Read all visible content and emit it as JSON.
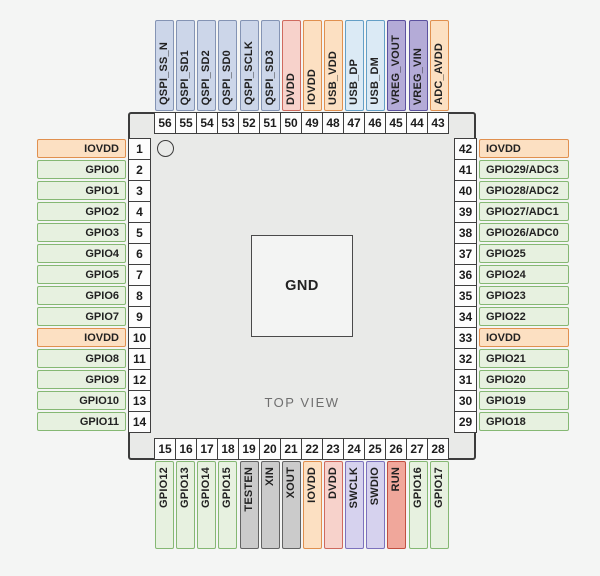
{
  "diagram": {
    "center_pad_label": "GND",
    "view_label": "TOP VIEW",
    "background": "#f4f5f4",
    "chip_fill": "#e9eae8",
    "chip_border": "#3c3c3c"
  },
  "pin_colors": {
    "gpio": {
      "fill": "#e7f1e0",
      "border": "#85b873"
    },
    "iovdd": {
      "fill": "#fce0c2",
      "border": "#e0904f"
    },
    "dvdd": {
      "fill": "#f7d2cb",
      "border": "#cf6a5e"
    },
    "usb": {
      "fill": "#dbeaf5",
      "border": "#649fc6"
    },
    "vreg": {
      "fill": "#b4abd7",
      "border": "#5c519f"
    },
    "qspi": {
      "fill": "#ccd6e9",
      "border": "#8494b4"
    },
    "xosc": {
      "fill": "#cbcbcb",
      "border": "#636363"
    },
    "swd": {
      "fill": "#d6d2ee",
      "border": "#7d72bd"
    },
    "run": {
      "fill": "#f0a79b",
      "border": "#c24f41"
    }
  },
  "sides": {
    "top": [
      {
        "n": "56",
        "label": "QSPI_SS_N",
        "type": "qspi"
      },
      {
        "n": "55",
        "label": "QSPI_SD1",
        "type": "qspi"
      },
      {
        "n": "54",
        "label": "QSPI_SD2",
        "type": "qspi"
      },
      {
        "n": "53",
        "label": "QSPI_SD0",
        "type": "qspi"
      },
      {
        "n": "52",
        "label": "QSPI_SCLK",
        "type": "qspi"
      },
      {
        "n": "51",
        "label": "QSPI_SD3",
        "type": "qspi"
      },
      {
        "n": "50",
        "label": "DVDD",
        "type": "dvdd"
      },
      {
        "n": "49",
        "label": "IOVDD",
        "type": "iovdd"
      },
      {
        "n": "48",
        "label": "USB_VDD",
        "type": "iovdd"
      },
      {
        "n": "47",
        "label": "USB_DP",
        "type": "usb"
      },
      {
        "n": "46",
        "label": "USB_DM",
        "type": "usb"
      },
      {
        "n": "45",
        "label": "VREG_VOUT",
        "type": "vreg"
      },
      {
        "n": "44",
        "label": "VREG_VIN",
        "type": "vreg"
      },
      {
        "n": "43",
        "label": "ADC_AVDD",
        "type": "iovdd"
      }
    ],
    "left": [
      {
        "n": "1",
        "label": "IOVDD",
        "type": "iovdd"
      },
      {
        "n": "2",
        "label": "GPIO0",
        "type": "gpio"
      },
      {
        "n": "3",
        "label": "GPIO1",
        "type": "gpio"
      },
      {
        "n": "4",
        "label": "GPIO2",
        "type": "gpio"
      },
      {
        "n": "5",
        "label": "GPIO3",
        "type": "gpio"
      },
      {
        "n": "6",
        "label": "GPIO4",
        "type": "gpio"
      },
      {
        "n": "7",
        "label": "GPIO5",
        "type": "gpio"
      },
      {
        "n": "8",
        "label": "GPIO6",
        "type": "gpio"
      },
      {
        "n": "9",
        "label": "GPIO7",
        "type": "gpio"
      },
      {
        "n": "10",
        "label": "IOVDD",
        "type": "iovdd"
      },
      {
        "n": "11",
        "label": "GPIO8",
        "type": "gpio"
      },
      {
        "n": "12",
        "label": "GPIO9",
        "type": "gpio"
      },
      {
        "n": "13",
        "label": "GPIO10",
        "type": "gpio"
      },
      {
        "n": "14",
        "label": "GPIO11",
        "type": "gpio"
      }
    ],
    "right": [
      {
        "n": "42",
        "label": "IOVDD",
        "type": "iovdd"
      },
      {
        "n": "41",
        "label": "GPIO29/ADC3",
        "type": "gpio"
      },
      {
        "n": "40",
        "label": "GPIO28/ADC2",
        "type": "gpio"
      },
      {
        "n": "39",
        "label": "GPIO27/ADC1",
        "type": "gpio"
      },
      {
        "n": "38",
        "label": "GPIO26/ADC0",
        "type": "gpio"
      },
      {
        "n": "37",
        "label": "GPIO25",
        "type": "gpio"
      },
      {
        "n": "36",
        "label": "GPIO24",
        "type": "gpio"
      },
      {
        "n": "35",
        "label": "GPIO23",
        "type": "gpio"
      },
      {
        "n": "34",
        "label": "GPIO22",
        "type": "gpio"
      },
      {
        "n": "33",
        "label": "IOVDD",
        "type": "iovdd"
      },
      {
        "n": "32",
        "label": "GPIO21",
        "type": "gpio"
      },
      {
        "n": "31",
        "label": "GPIO20",
        "type": "gpio"
      },
      {
        "n": "30",
        "label": "GPIO19",
        "type": "gpio"
      },
      {
        "n": "29",
        "label": "GPIO18",
        "type": "gpio"
      }
    ],
    "bottom": [
      {
        "n": "15",
        "label": "GPIO12",
        "type": "gpio"
      },
      {
        "n": "16",
        "label": "GPIO13",
        "type": "gpio"
      },
      {
        "n": "17",
        "label": "GPIO14",
        "type": "gpio"
      },
      {
        "n": "18",
        "label": "GPIO15",
        "type": "gpio"
      },
      {
        "n": "19",
        "label": "TESTEN",
        "type": "xosc"
      },
      {
        "n": "20",
        "label": "XIN",
        "type": "xosc"
      },
      {
        "n": "21",
        "label": "XOUT",
        "type": "xosc"
      },
      {
        "n": "22",
        "label": "IOVDD",
        "type": "iovdd"
      },
      {
        "n": "23",
        "label": "DVDD",
        "type": "dvdd"
      },
      {
        "n": "24",
        "label": "SWCLK",
        "type": "swd"
      },
      {
        "n": "25",
        "label": "SWDIO",
        "type": "swd"
      },
      {
        "n": "26",
        "label": "RUN",
        "type": "run"
      },
      {
        "n": "27",
        "label": "GPIO16",
        "type": "gpio"
      },
      {
        "n": "28",
        "label": "GPIO17",
        "type": "gpio"
      }
    ]
  }
}
